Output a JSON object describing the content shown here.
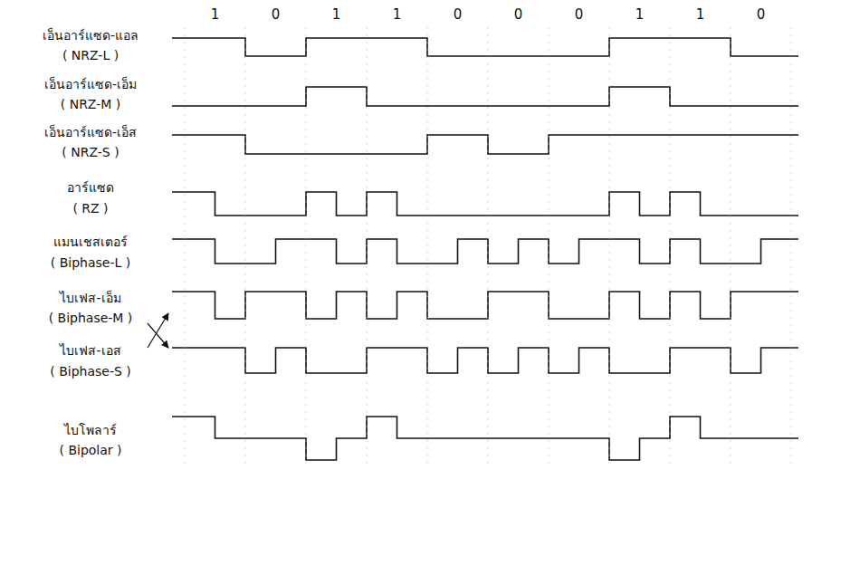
{
  "diagram": {
    "labels": [
      "1",
      "0",
      "1",
      "1",
      "0",
      "0",
      "0",
      "1",
      "1",
      "0",
      "เอ็นอาร์แซด-แอล",
      "( NRZ-L )",
      "เอ็นอาร์แซด-เอ็ม",
      "( NRZ-M )",
      "เอ็นอาร์แซด-เอ็ส",
      "( NRZ-S )",
      "อาร์แซด",
      "( RZ )",
      "แมนเชสเตอร์",
      "( Biphase-L )",
      "ไบเฟส-เอ็ม",
      "( Biphase-M )",
      "ไบเฟส-เอส",
      "( Biphase-S )",
      "ไบโพลาร์",
      "( Bipolar )"
    ]
  }
}
